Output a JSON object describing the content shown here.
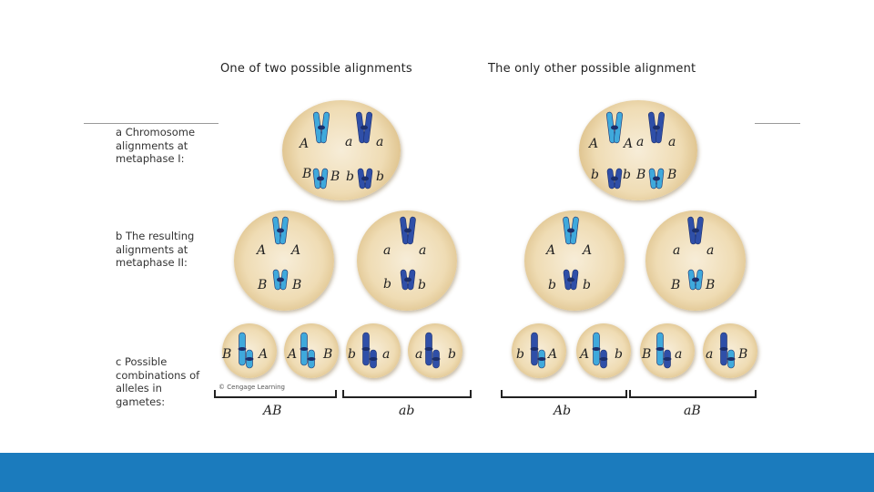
{
  "headings": {
    "left": "One of two possible alignments",
    "right": "The only other possible alignment"
  },
  "side_labels": {
    "a": "a Chromosome alignments at metaphase I:",
    "b": "b The resulting alignments at metaphase II:",
    "c": "c Possible combinations of alleles in gametes:"
  },
  "metaphase1": {
    "left": {
      "top": [
        "A",
        "a",
        "a"
      ],
      "bottom": [
        "B",
        "B",
        "b",
        "b"
      ]
    },
    "right": {
      "top": [
        "A",
        "A",
        "a",
        "a"
      ],
      "bottom": [
        "b",
        "b",
        "B",
        "B"
      ]
    }
  },
  "metaphase2": [
    {
      "top": [
        "A",
        "A"
      ],
      "bottom": [
        "B",
        "B"
      ]
    },
    {
      "top": [
        "a",
        "a"
      ],
      "bottom": [
        "b",
        "b"
      ]
    },
    {
      "top": [
        "A",
        "A"
      ],
      "bottom": [
        "b",
        "b"
      ]
    },
    {
      "top": [
        "a",
        "a"
      ],
      "bottom": [
        "B",
        "B"
      ]
    }
  ],
  "gamete_cells": [
    {
      "labels": [
        "B",
        "A"
      ]
    },
    {
      "labels": [
        "A",
        "B"
      ]
    },
    {
      "labels": [
        "b",
        "a"
      ]
    },
    {
      "labels": [
        "a",
        "b"
      ]
    },
    {
      "labels": [
        "b",
        "A"
      ]
    },
    {
      "labels": [
        "A",
        "b"
      ]
    },
    {
      "labels": [
        "B",
        "a"
      ]
    },
    {
      "labels": [
        "a",
        "B"
      ]
    }
  ],
  "gamete_combinations": [
    "AB",
    "ab",
    "Ab",
    "aB"
  ],
  "credit": "© Cengage Learning",
  "colors": {
    "light_blue": "#3fa9dc",
    "dark_blue": "#2f4fa8",
    "footer": "#1b7bbd"
  }
}
